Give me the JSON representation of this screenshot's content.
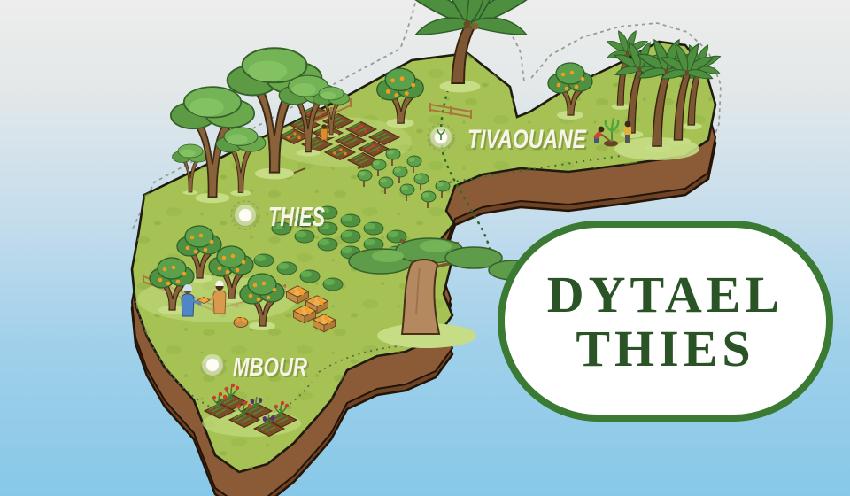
{
  "map": {
    "cities": [
      {
        "name": "TIVAOUANE"
      },
      {
        "name": "THIES"
      },
      {
        "name": "MBOUR"
      }
    ]
  },
  "badge": {
    "line1": "DYTAEL",
    "line2": "THIES"
  },
  "colors": {
    "sky_top": "#ededec",
    "sky_bottom": "#87c8e8",
    "land_green": "#a6c254",
    "cliff_brown": "#8b5a36",
    "badge_border_green": "#3a7a33",
    "badge_text_green": "#2a5426",
    "label_white": "#f7f5e8"
  }
}
